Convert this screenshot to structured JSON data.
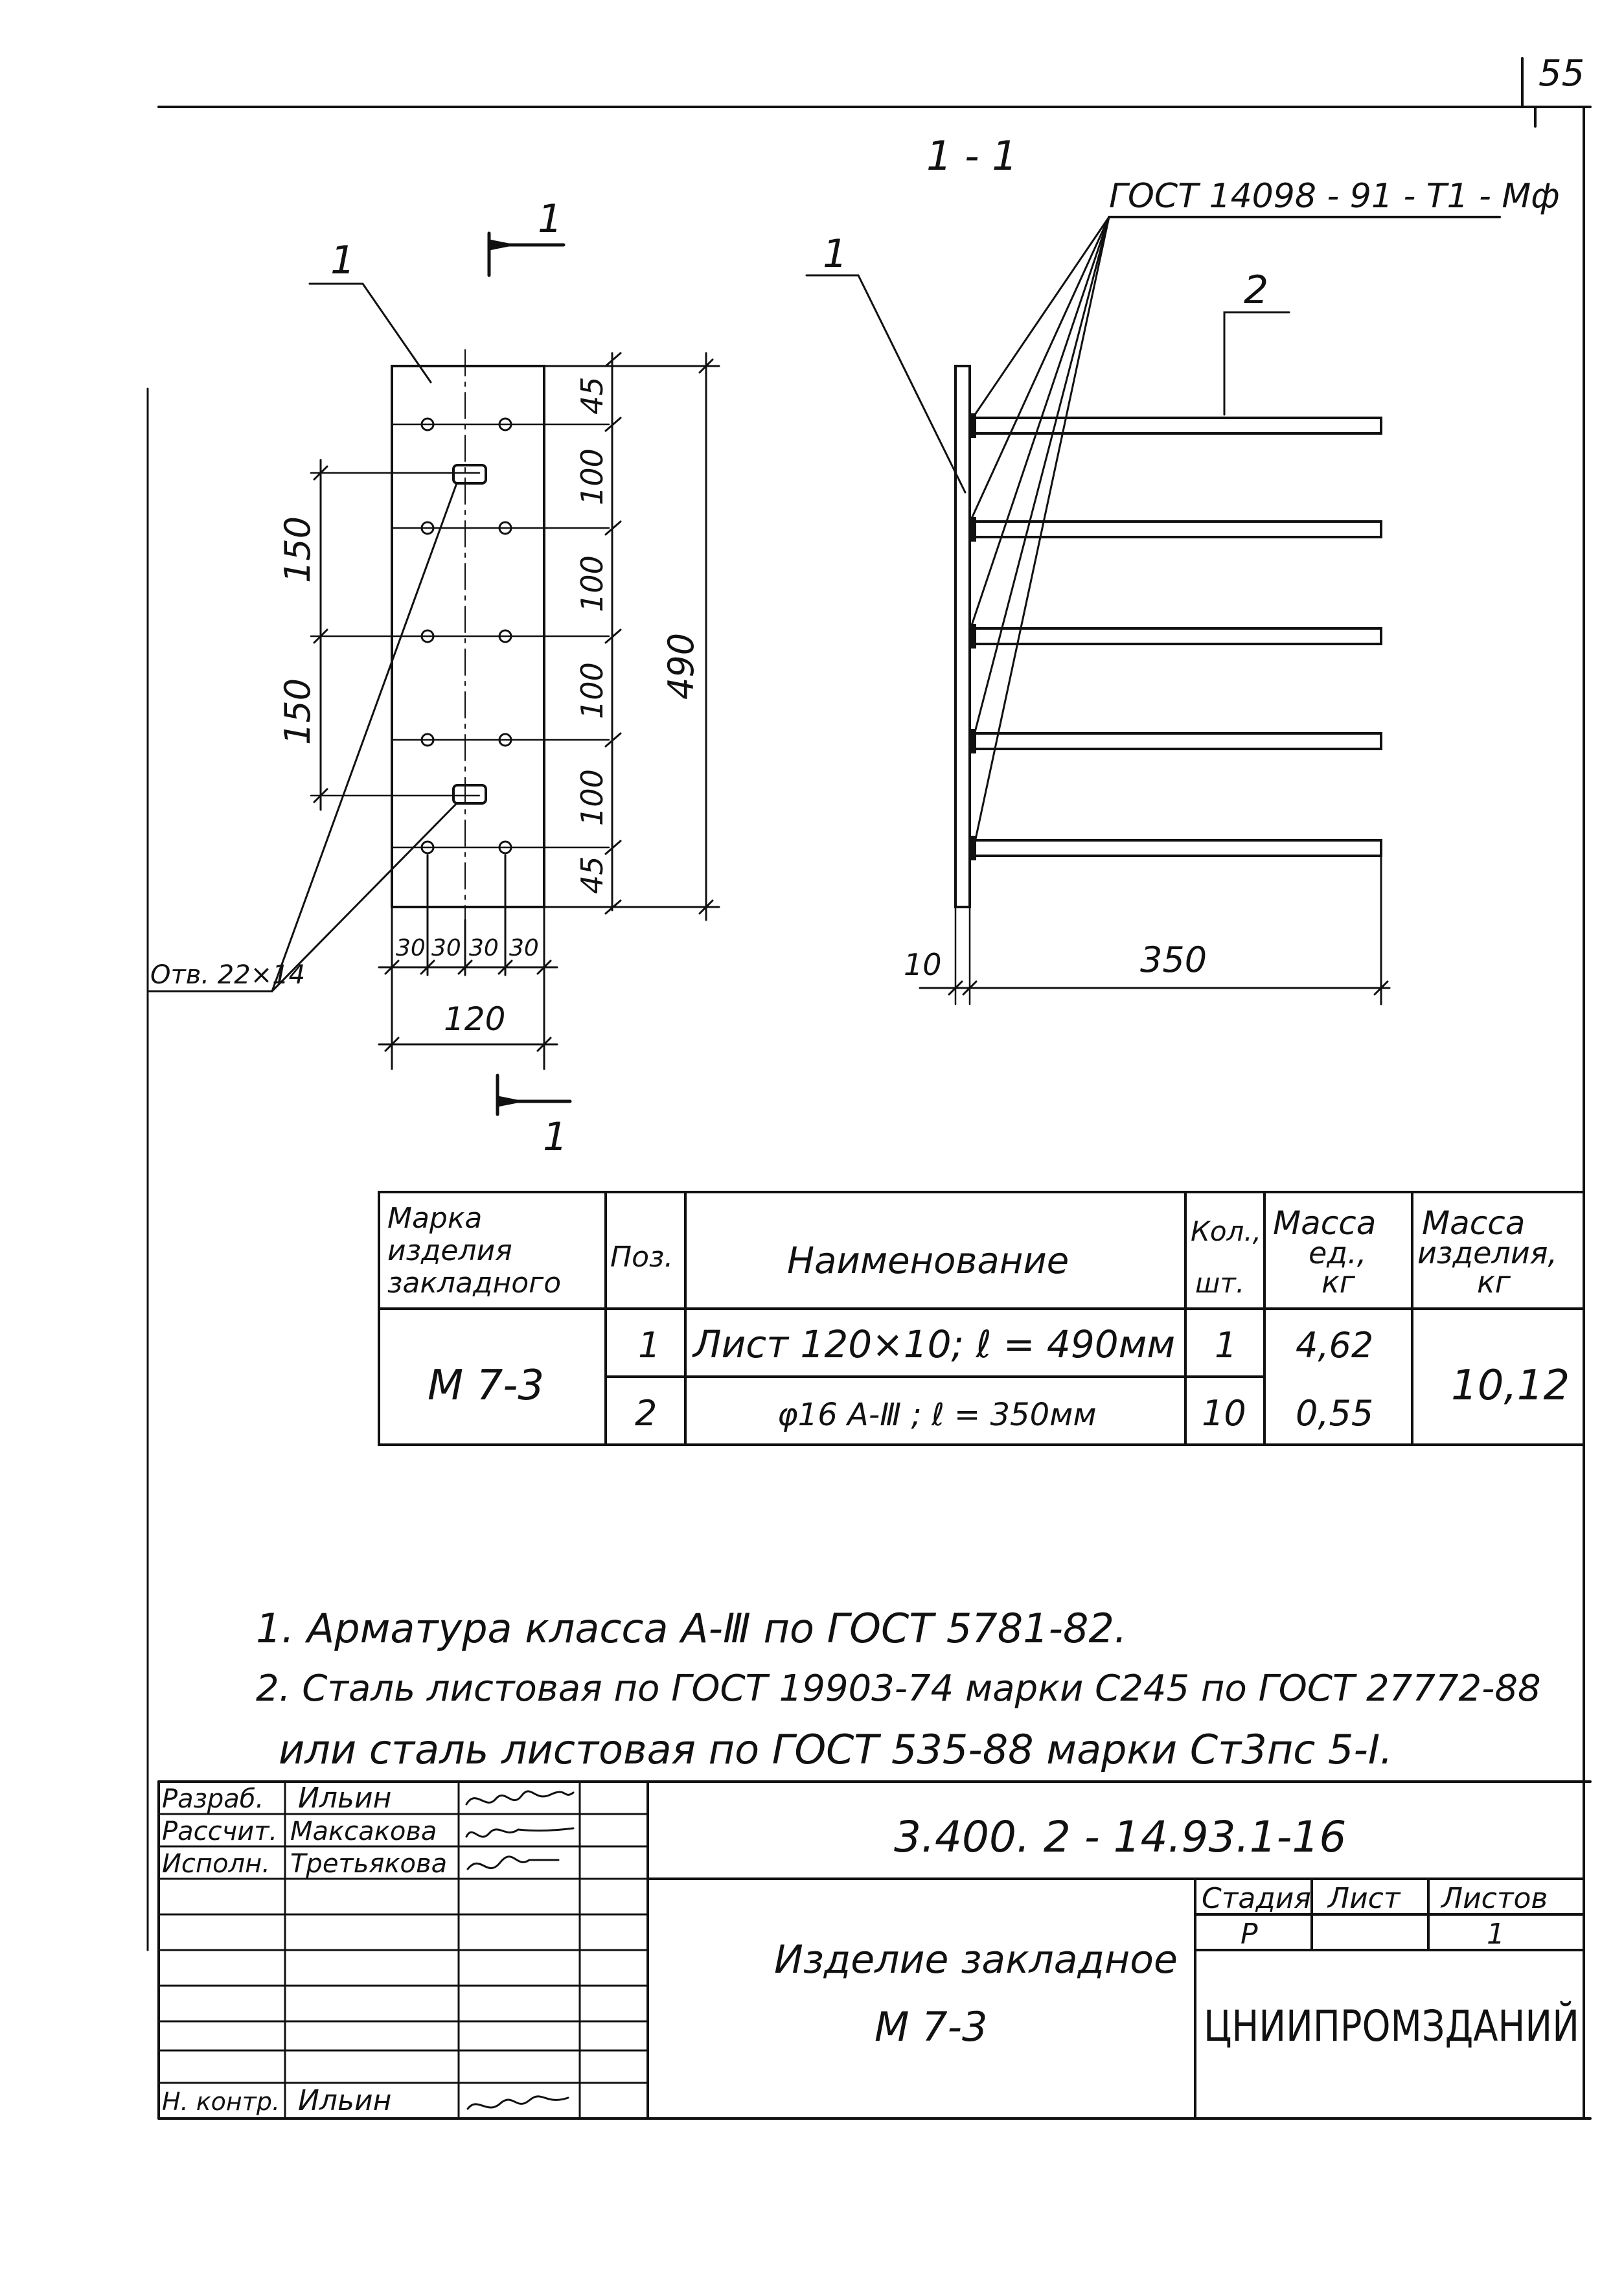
{
  "sheet": {
    "page_number": "55"
  },
  "plan_view": {
    "section_mark": "1",
    "position_label": "1",
    "dims_vertical": [
      "45",
      "100",
      "100",
      "100",
      "100",
      "45"
    ],
    "overall_height": "490",
    "rebar_spacing": [
      "150",
      "150"
    ],
    "dims_horizontal": [
      "30",
      "30",
      "30",
      "30"
    ],
    "overall_width": "120",
    "hole_label": "Отв. 22×14"
  },
  "section_view": {
    "title": "1 - 1",
    "gost_label": "ГОСТ 14098 - 91 - Т1 - Мф",
    "pos1_label": "1",
    "pos2_label": "2",
    "plate_thickness": "10",
    "bar_length": "350"
  },
  "spec_table": {
    "headers": {
      "mark": [
        "Марка",
        "изделия",
        "закладного"
      ],
      "pos": "Поз.",
      "name": "Наименование",
      "qty": [
        "Кол.,",
        "шт."
      ],
      "unit_mass": [
        "Масса",
        "ед.,",
        "кг"
      ],
      "total_mass": [
        "Масса",
        "изделия,",
        "кг"
      ]
    },
    "mark": "М 7-3",
    "rows": [
      {
        "pos": "1",
        "name": "Лист 120×10; ℓ = 490мм",
        "qty": "1",
        "unit_mass": "4,62"
      },
      {
        "pos": "2",
        "name": "φ16 А-Ⅲ ; ℓ = 350мм",
        "qty": "10",
        "unit_mass": "0,55"
      }
    ],
    "total_mass": "10,12"
  },
  "notes": [
    "1.  Арматура  класса  А-Ⅲ  по  ГОСТ  5781-82.",
    "2.  Сталь  листовая  по  ГОСТ  19903-74  марки  С245 по  ГОСТ 27772-88",
    "или  сталь  листовая  по  ГОСТ  535-88  марки  Ст3пс 5-Ⅰ."
  ],
  "title_block": {
    "signatures": [
      {
        "role": "Разраб.",
        "name": "Ильин"
      },
      {
        "role": "Рассчит.",
        "name": "Максакова"
      },
      {
        "role": "Исполн.",
        "name": "Третьякова"
      },
      {
        "role": "Н. контр.",
        "name": "Ильин"
      }
    ],
    "doc_code": "3.400. 2 - 14.93.1-16",
    "product_name": "Изделие закладное",
    "product_mark": "М 7-3",
    "stage_header": "Стадия",
    "sheet_header": "Лист",
    "sheets_header": "Листов",
    "stage_value": "Р",
    "sheet_value": "",
    "sheets_value": "1",
    "organization": "ЦНИИПРОМЗДАНИЙ"
  }
}
